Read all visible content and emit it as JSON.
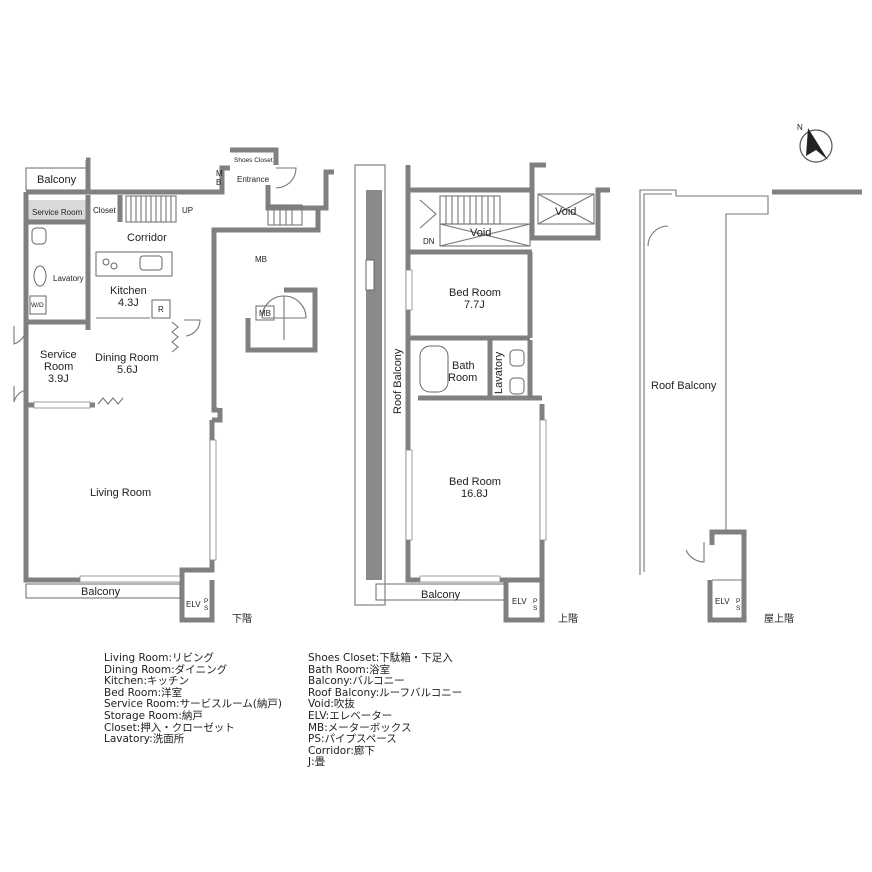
{
  "floor_labels": {
    "lower": "下階",
    "upper": "上階",
    "roof": "屋上階"
  },
  "lower_floor": {
    "balcony_top": "Balcony",
    "service_room_small": "Service Room",
    "closet": "Closet",
    "up": "UP",
    "corridor": "Corridor",
    "mb_small": "M\nB",
    "shoes_closet": "Shoes Closet",
    "entrance": "Entrance",
    "mb": "MB",
    "mb_stair": "MB",
    "lavatory": "Lavatory",
    "wd": "W/D",
    "kitchen": "Kitchen",
    "kitchen_size": "4.3J",
    "r": "R",
    "service_room": "Service",
    "service_room_2": "Room",
    "service_size": "3.9J",
    "dining_room": "Dining Room",
    "dining_size": "5.6J",
    "living_room": "Living Room",
    "balcony_bottom": "Balcony",
    "elv": "ELV",
    "ps": "P\nS"
  },
  "upper_floor": {
    "void_1": "Void",
    "void_2": "Void",
    "dn": "DN",
    "bed_room_1": "Bed Room",
    "bed_size_1": "7.7J",
    "roof_balcony": "Roof Balcony",
    "bath_room": "Bath",
    "bath_room_2": "Room",
    "lavatory": "Lavatory",
    "bed_room_2": "Bed Room",
    "bed_size_2": "16.8J",
    "balcony": "Balcony",
    "elv": "ELV",
    "ps": "P\nS"
  },
  "roof_floor": {
    "roof_balcony": "Roof Balcony",
    "elv": "ELV",
    "ps": "P\nS",
    "north": "N"
  },
  "legend_left": [
    "Living Room:リビング",
    "Dining Room:ダイニング",
    "Kitchen:キッチン",
    "Bed Room:洋室",
    "Service Room:サービスルーム(納戸)",
    "Storage Room:納戸",
    "Closet:押入・クローゼット",
    "Lavatory:洗面所"
  ],
  "legend_right": [
    "Shoes Closet:下駄箱・下足入",
    "Bath Room:浴室",
    "Balcony:バルコニー",
    "Roof Balcony:ルーフバルコニー",
    "Void:吹抜",
    "ELV:エレベーター",
    "MB:メーターボックス",
    "PS:パイプスペース",
    "Corridor:廊下",
    "J:畳"
  ],
  "colors": {
    "wall": "#808080",
    "shade": "#d9d9d9"
  }
}
